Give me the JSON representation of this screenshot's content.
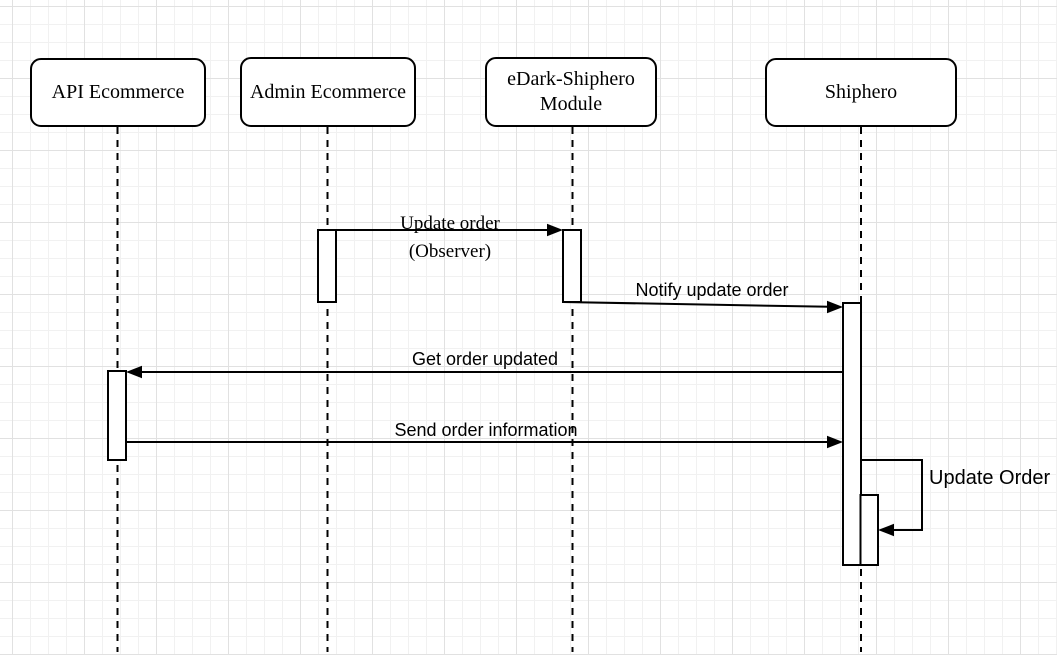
{
  "diagram": {
    "type": "uml-sequence",
    "actors": [
      {
        "label": "API Ecommerce"
      },
      {
        "label": "Admin Ecommerce"
      },
      {
        "label": "eDark-Shiphero Module"
      },
      {
        "label": "Shiphero"
      }
    ],
    "messages": [
      {
        "label": "Update order\n(Observer)",
        "from": "Admin Ecommerce",
        "to": "eDark-Shiphero Module"
      },
      {
        "label": "Notify update order",
        "from": "eDark-Shiphero Module",
        "to": "Shiphero"
      },
      {
        "label": "Get order updated",
        "from": "Shiphero",
        "to": "API Ecommerce"
      },
      {
        "label": "Send order information",
        "from": "API Ecommerce",
        "to": "Shiphero"
      },
      {
        "label": "Update Order",
        "from": "Shiphero",
        "to": "Shiphero"
      }
    ],
    "colors": {
      "stroke": "#000000",
      "shape_fill": "#ffffff",
      "text": "#000000",
      "grid_minor": "#f1f1f1",
      "grid_major": "#e1e1e1",
      "background": "#ffffff"
    }
  }
}
